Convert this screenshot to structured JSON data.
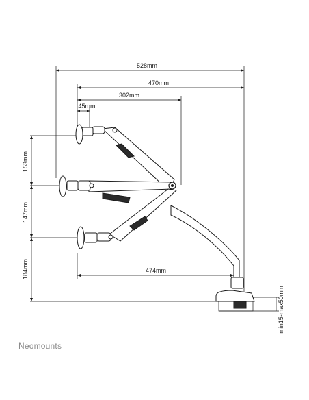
{
  "dimensions": {
    "overall_width": "528mm",
    "arm_reach": "470mm",
    "arm_reach_mid": "302mm",
    "vesa_offset": "45mm",
    "height_top": "153mm",
    "height_middle": "147mm",
    "height_bottom": "184mm",
    "base_reach": "474mm",
    "desk_thickness": "min15-max50mm"
  },
  "brand": {
    "name": "Neomounts"
  },
  "colors": {
    "line": "#1a1a1a",
    "arm": "#ffffff",
    "accent": "#2b2b2b",
    "brand": "#8a8a8a"
  }
}
